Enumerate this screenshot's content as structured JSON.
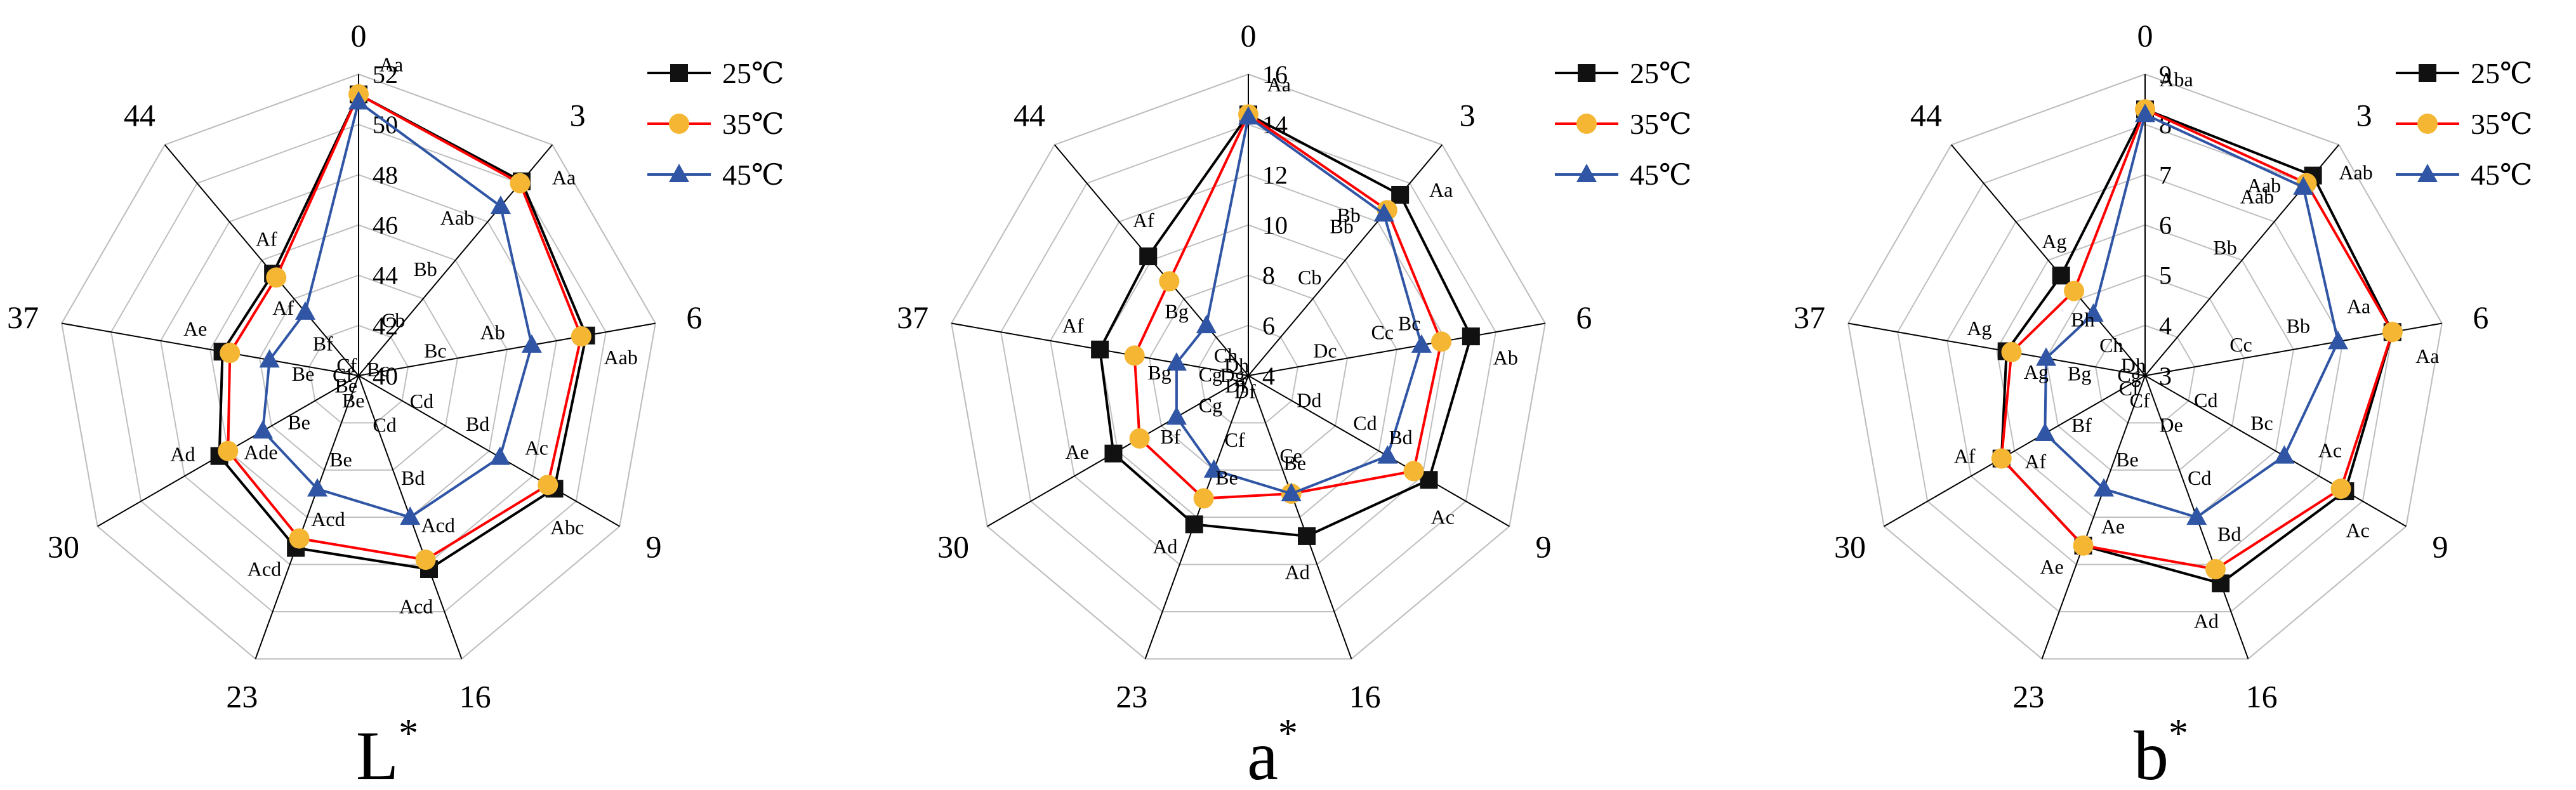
{
  "chart_data": [
    {
      "type": "radar",
      "title": "L",
      "title_sup": "*",
      "axes": [
        "0",
        "3",
        "6",
        "9",
        "16",
        "23",
        "30",
        "37",
        "44"
      ],
      "rlim": [
        40,
        52
      ],
      "ticks": [
        "40",
        "42",
        "44",
        "46",
        "48",
        "50",
        "52"
      ],
      "grid": true,
      "legend_position": "top-right",
      "series": [
        {
          "name": "25℃",
          "color": "#000000",
          "marker": "square",
          "values": [
            51.2,
            50.1,
            49.2,
            49.0,
            48.2,
            47.3,
            46.4,
            45.5,
            45.3
          ]
        },
        {
          "name": "35℃",
          "color": "#ff0000",
          "marker": "circle",
          "values": [
            51.2,
            50.0,
            49.0,
            48.7,
            47.8,
            46.9,
            46.0,
            45.2,
            45.1
          ]
        },
        {
          "name": "45℃",
          "color": "#2f55a4",
          "marker": "triangle",
          "values": [
            50.9,
            48.8,
            47.0,
            46.5,
            46.0,
            44.8,
            44.4,
            43.6,
            43.3
          ]
        }
      ],
      "point_labels": [
        {
          "series": 0,
          "point": 0,
          "text": "Aa"
        },
        {
          "series": 0,
          "point": 1,
          "text": "Aa"
        },
        {
          "series": 0,
          "point": 2,
          "text": "Aab"
        },
        {
          "series": 0,
          "point": 3,
          "text": "Abc"
        },
        {
          "series": 0,
          "point": 4,
          "text": "Acd"
        },
        {
          "series": 0,
          "point": 5,
          "text": "Acd"
        },
        {
          "series": 0,
          "point": 6,
          "text": "Ad"
        },
        {
          "series": 0,
          "point": 7,
          "text": "Ae"
        },
        {
          "series": 0,
          "point": 8,
          "text": "Af"
        },
        {
          "series": 1,
          "point": 3,
          "text": "Ac"
        },
        {
          "series": 1,
          "point": 4,
          "text": "Acd"
        },
        {
          "series": 1,
          "point": 5,
          "text": "Acd"
        },
        {
          "series": 1,
          "point": 6,
          "text": "Ade"
        },
        {
          "series": 1,
          "point": 8,
          "text": "Af"
        },
        {
          "series": 2,
          "point": 1,
          "text": "Aab"
        },
        {
          "series": 2,
          "point": 2,
          "text": "Ab"
        },
        {
          "series": 2,
          "point": 1,
          "text": "Bb"
        },
        {
          "series": 2,
          "point": 2,
          "text": "Bc"
        },
        {
          "series": 2,
          "point": 3,
          "text": "Bd"
        },
        {
          "series": 2,
          "point": 4,
          "text": "Bd"
        },
        {
          "series": 2,
          "point": 5,
          "text": "Be"
        },
        {
          "series": 2,
          "point": 6,
          "text": "Be"
        },
        {
          "series": 2,
          "point": 7,
          "text": "Be"
        },
        {
          "series": 2,
          "point": 8,
          "text": "Bf"
        },
        {
          "series": 2,
          "point": 1,
          "text": "Cb"
        },
        {
          "series": 2,
          "point": 2,
          "text": "Bc"
        },
        {
          "series": 2,
          "point": 3,
          "text": "Cd"
        },
        {
          "series": 2,
          "point": 4,
          "text": "Cd"
        },
        {
          "series": 2,
          "point": 5,
          "text": "Be"
        },
        {
          "series": 2,
          "point": 6,
          "text": "Be"
        },
        {
          "series": 2,
          "point": 7,
          "text": "Cf"
        },
        {
          "series": 2,
          "point": 8,
          "text": "Cf"
        }
      ]
    },
    {
      "type": "radar",
      "title": "a",
      "title_sup": "*",
      "axes": [
        "0",
        "3",
        "6",
        "9",
        "16",
        "23",
        "30",
        "37",
        "44"
      ],
      "rlim": [
        4,
        16
      ],
      "ticks": [
        "4",
        "6",
        "8",
        "10",
        "12",
        "14",
        "16"
      ],
      "grid": true,
      "legend_position": "top-right",
      "series": [
        {
          "name": "25℃",
          "color": "#000000",
          "marker": "square",
          "values": [
            14.4,
            13.4,
            13.0,
            12.3,
            10.8,
            10.3,
            10.2,
            10.0,
            10.2
          ]
        },
        {
          "name": "35℃",
          "color": "#ff0000",
          "marker": "circle",
          "values": [
            14.4,
            12.6,
            11.8,
            11.6,
            9.0,
            9.2,
            9.0,
            8.6,
            8.9
          ]
        },
        {
          "name": "45℃",
          "color": "#2f55a4",
          "marker": "triangle",
          "values": [
            14.3,
            12.4,
            11.0,
            10.4,
            9.0,
            8.0,
            7.3,
            6.9,
            6.6
          ]
        }
      ],
      "point_labels": [
        {
          "series": 0,
          "point": 0,
          "text": "Aa"
        },
        {
          "series": 0,
          "point": 1,
          "text": "Aa"
        },
        {
          "series": 0,
          "point": 2,
          "text": "Ab"
        },
        {
          "series": 0,
          "point": 3,
          "text": "Ac"
        },
        {
          "series": 0,
          "point": 4,
          "text": "Ad"
        },
        {
          "series": 0,
          "point": 5,
          "text": "Ad"
        },
        {
          "series": 0,
          "point": 6,
          "text": "Ae"
        },
        {
          "series": 0,
          "point": 7,
          "text": "Af"
        },
        {
          "series": 0,
          "point": 8,
          "text": "Af"
        },
        {
          "series": 1,
          "point": 1,
          "text": "Bb"
        },
        {
          "series": 1,
          "point": 2,
          "text": "Bc"
        },
        {
          "series": 1,
          "point": 3,
          "text": "Bd"
        },
        {
          "series": 1,
          "point": 4,
          "text": "Be"
        },
        {
          "series": 1,
          "point": 5,
          "text": "Be"
        },
        {
          "series": 1,
          "point": 6,
          "text": "Bf"
        },
        {
          "series": 1,
          "point": 7,
          "text": "Bg"
        },
        {
          "series": 1,
          "point": 8,
          "text": "Bg"
        },
        {
          "series": 2,
          "point": 1,
          "text": "Bb"
        },
        {
          "series": 2,
          "point": 2,
          "text": "Cc"
        },
        {
          "series": 2,
          "point": 3,
          "text": "Cd"
        },
        {
          "series": 2,
          "point": 4,
          "text": "Ce"
        },
        {
          "series": 2,
          "point": 5,
          "text": "Cf"
        },
        {
          "series": 2,
          "point": 6,
          "text": "Cg"
        },
        {
          "series": 2,
          "point": 7,
          "text": "Cg"
        },
        {
          "series": 2,
          "point": 8,
          "text": "Ch"
        },
        {
          "series": 2,
          "point": 1,
          "text": "Cb"
        },
        {
          "series": 2,
          "point": 2,
          "text": "Dc"
        },
        {
          "series": 2,
          "point": 3,
          "text": "Dd"
        },
        {
          "series": 2,
          "point": 5,
          "text": "Df"
        },
        {
          "series": 2,
          "point": 6,
          "text": "Df"
        },
        {
          "series": 2,
          "point": 7,
          "text": "Dg"
        },
        {
          "series": 2,
          "point": 8,
          "text": "Dh"
        }
      ]
    },
    {
      "type": "radar",
      "title": "b",
      "title_sup": "*",
      "axes": [
        "0",
        "3",
        "6",
        "9",
        "16",
        "23",
        "30",
        "37",
        "44"
      ],
      "rlim": [
        3,
        9
      ],
      "ticks": [
        "3",
        "4",
        "5",
        "6",
        "7",
        "8",
        "9"
      ],
      "grid": true,
      "legend_position": "top-right",
      "series": [
        {
          "name": "25℃",
          "color": "#000000",
          "marker": "square",
          "values": [
            8.3,
            8.2,
            8.0,
            7.6,
            7.4,
            6.6,
            6.3,
            5.8,
            5.6
          ]
        },
        {
          "name": "35℃",
          "color": "#ff0000",
          "marker": "circle",
          "values": [
            8.3,
            8.0,
            8.0,
            7.5,
            7.1,
            6.6,
            6.3,
            5.7,
            5.2
          ]
        },
        {
          "name": "45℃",
          "color": "#2f55a4",
          "marker": "triangle",
          "values": [
            8.2,
            7.9,
            6.9,
            6.2,
            6.0,
            5.4,
            5.3,
            5.0,
            4.6
          ]
        }
      ],
      "point_labels": [
        {
          "series": 0,
          "point": 0,
          "text": "Aba"
        },
        {
          "series": 0,
          "point": 1,
          "text": "Aab"
        },
        {
          "series": 0,
          "point": 2,
          "text": "Aa"
        },
        {
          "series": 0,
          "point": 3,
          "text": "Ac"
        },
        {
          "series": 0,
          "point": 4,
          "text": "Ad"
        },
        {
          "series": 0,
          "point": 5,
          "text": "Ae"
        },
        {
          "series": 0,
          "point": 6,
          "text": "Af"
        },
        {
          "series": 0,
          "point": 7,
          "text": "Ag"
        },
        {
          "series": 0,
          "point": 8,
          "text": "Ag"
        },
        {
          "series": 1,
          "point": 1,
          "text": "Aab"
        },
        {
          "series": 1,
          "point": 2,
          "text": "Aa"
        },
        {
          "series": 1,
          "point": 3,
          "text": "Ac"
        },
        {
          "series": 1,
          "point": 4,
          "text": "Bd"
        },
        {
          "series": 1,
          "point": 5,
          "text": "Ae"
        },
        {
          "series": 1,
          "point": 6,
          "text": "Af"
        },
        {
          "series": 1,
          "point": 7,
          "text": "Ag"
        },
        {
          "series": 1,
          "point": 8,
          "text": "Bh"
        },
        {
          "series": 2,
          "point": 1,
          "text": "Aab"
        },
        {
          "series": 2,
          "point": 2,
          "text": "Bb"
        },
        {
          "series": 2,
          "point": 3,
          "text": "Bc"
        },
        {
          "series": 2,
          "point": 4,
          "text": "Cd"
        },
        {
          "series": 2,
          "point": 5,
          "text": "Be"
        },
        {
          "series": 2,
          "point": 6,
          "text": "Bf"
        },
        {
          "series": 2,
          "point": 7,
          "text": "Bg"
        },
        {
          "series": 2,
          "point": 8,
          "text": "Ch"
        },
        {
          "series": 2,
          "point": 1,
          "text": "Bb"
        },
        {
          "series": 2,
          "point": 2,
          "text": "Cc"
        },
        {
          "series": 2,
          "point": 3,
          "text": "Cd"
        },
        {
          "series": 2,
          "point": 4,
          "text": "De"
        },
        {
          "series": 2,
          "point": 5,
          "text": "Cf"
        },
        {
          "series": 2,
          "point": 6,
          "text": "Cf"
        },
        {
          "series": 2,
          "point": 7,
          "text": "Cg"
        },
        {
          "series": 2,
          "point": 8,
          "text": "Dh"
        }
      ]
    }
  ]
}
